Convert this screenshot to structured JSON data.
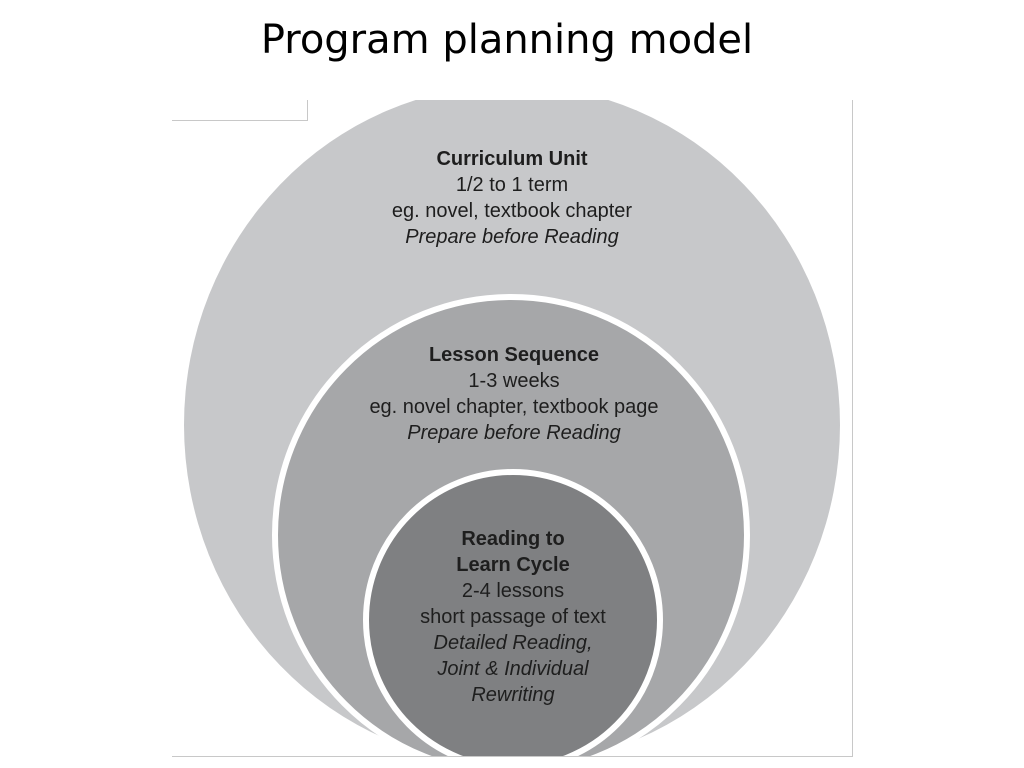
{
  "title": "Program planning model",
  "colors": {
    "outer_circle": "#c7c8ca",
    "middle_circle": "#a6a7a9",
    "inner_circle": "#7f8082",
    "ring_border": "#ffffff",
    "text": "#1e1e1e"
  },
  "outer": {
    "heading": "Curriculum Unit",
    "duration": "1/2 to 1 term",
    "example": "eg. novel, textbook chapter",
    "activity": "Prepare before Reading"
  },
  "middle": {
    "heading": "Lesson Sequence",
    "duration": "1-3 weeks",
    "example": "eg. novel chapter, textbook page",
    "activity": "Prepare before Reading"
  },
  "inner": {
    "heading_line1": "Reading to",
    "heading_line2": "Learn Cycle",
    "duration": "2-4 lessons",
    "example": "short passage of text",
    "activity_line1": "Detailed Reading,",
    "activity_line2": "Joint & Individual",
    "activity_line3": "Rewriting"
  }
}
